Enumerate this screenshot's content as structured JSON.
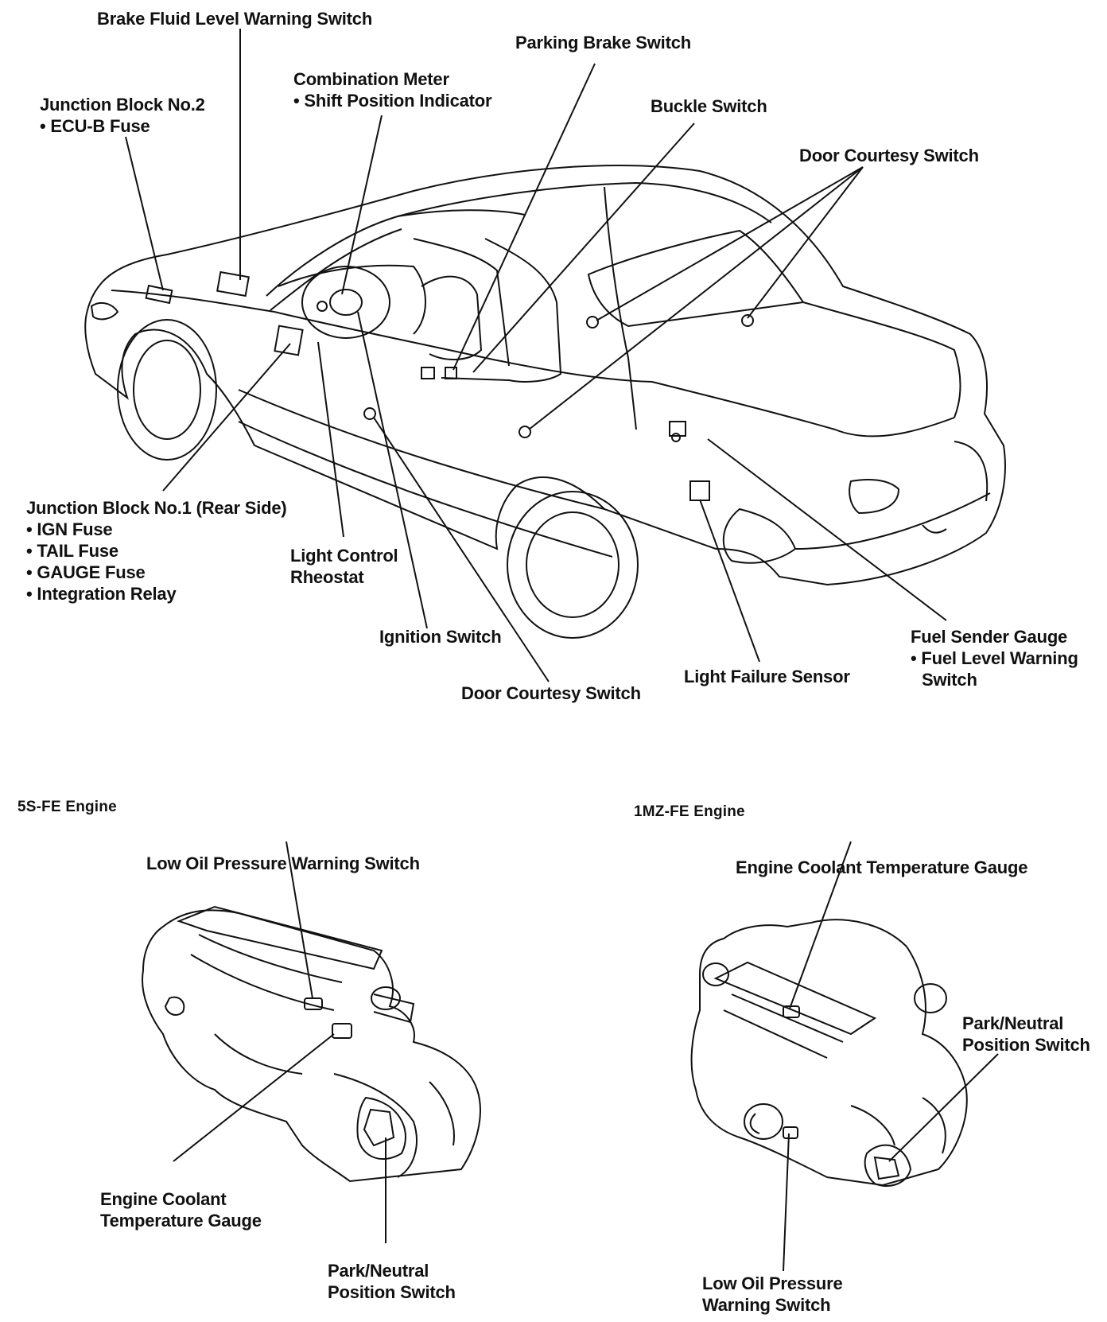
{
  "car": {
    "brake_fluid": "Brake Fluid Level Warning Switch",
    "parking_brake": "Parking Brake Switch",
    "combination_meter": [
      "Combination Meter",
      "• Shift Position Indicator"
    ],
    "junction_block_2": [
      "Junction Block No.2",
      "• ECU-B Fuse"
    ],
    "buckle_switch": "Buckle Switch",
    "door_courtesy_rear": "Door Courtesy Switch",
    "junction_block_1": [
      "Junction Block No.1 (Rear Side)",
      "• IGN Fuse",
      "• TAIL Fuse",
      "• GAUGE Fuse",
      "• Integration Relay"
    ],
    "light_control": [
      "Light Control",
      "Rheostat"
    ],
    "ignition_switch": "Ignition Switch",
    "door_courtesy_front": "Door Courtesy Switch",
    "light_failure": "Light Failure Sensor",
    "fuel_sender": [
      "Fuel Sender Gauge",
      "• Fuel Level Warning",
      "Switch"
    ]
  },
  "engine_5s": {
    "title": "5S-FE Engine",
    "low_oil": "Low Oil Pressure Warning Switch",
    "coolant": [
      "Engine Coolant",
      "Temperature Gauge"
    ],
    "park_neutral": [
      "Park/Neutral",
      "Position Switch"
    ]
  },
  "engine_1mz": {
    "title": "1MZ-FE Engine",
    "coolant": "Engine Coolant Temperature Gauge",
    "park_neutral": [
      "Park/Neutral",
      "Position Switch"
    ],
    "low_oil": [
      "Low Oil Pressure",
      "Warning Switch"
    ]
  }
}
